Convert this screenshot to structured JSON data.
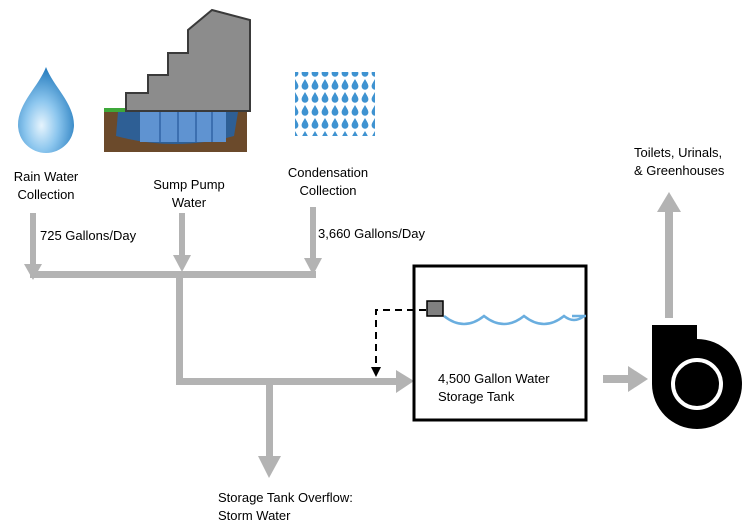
{
  "sources": {
    "rain": {
      "label": "Rain Water\nCollection",
      "flow": "725 Gallons/Day"
    },
    "sump": {
      "label": "Sump Pump\nWater"
    },
    "condensation": {
      "label": "Condensation\nCollection",
      "flow": "3,660 Gallons/Day"
    }
  },
  "tank": {
    "label": "4,500 Gallon Water\nStorage Tank"
  },
  "destination": {
    "label": "Toilets, Urinals,\n& Greenhouses"
  },
  "overflow": {
    "label": "Storage Tank Overflow:\nStorm Water"
  },
  "colors": {
    "pipe": "#b3b3b3",
    "water": "#6aaedf",
    "drop_light": "#cfe8f8",
    "drop_dark": "#2a7fc0",
    "building": "#8c8c8c",
    "soil": "#6b4a2b",
    "grass": "#3ea83a",
    "pump": "#000000"
  }
}
